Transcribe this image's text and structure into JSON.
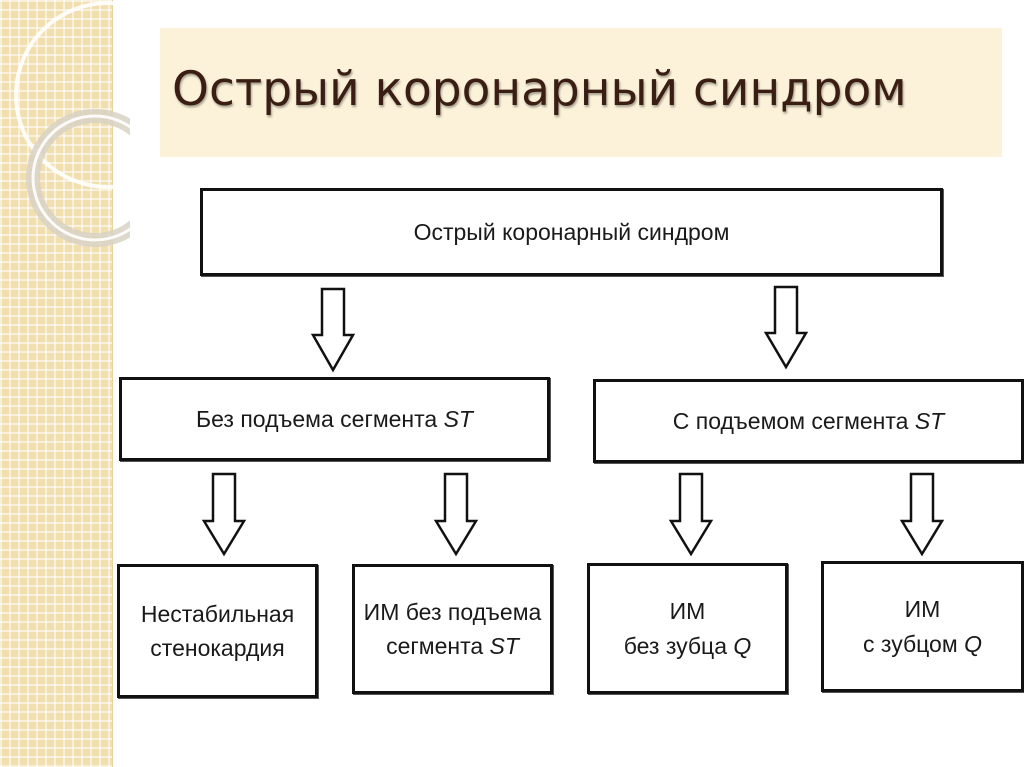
{
  "slide": {
    "title": "Острый коронарный синдром"
  },
  "diagram": {
    "root": "Острый коронарный синдром",
    "branches": [
      {
        "label": "Без подъема сегмента",
        "label_var": "ST",
        "children": [
          {
            "line1": "Нестабильная",
            "line2": "стенокардия",
            "line2_var": ""
          },
          {
            "line1": "ИМ без подъема",
            "line2": "сегмента",
            "line2_var": "ST"
          }
        ]
      },
      {
        "label": "С подъемом сегмента",
        "label_var": "ST",
        "children": [
          {
            "line1": "ИМ",
            "line2": "без зубца",
            "line2_var": "Q"
          },
          {
            "line1": "ИМ",
            "line2": "с зубцом",
            "line2_var": "Q"
          }
        ]
      }
    ]
  },
  "colors": {
    "strip": "#f1dfb0",
    "title_band": "#fbf2d9",
    "title_text": "#3a1e14",
    "box_border": "#111111"
  }
}
